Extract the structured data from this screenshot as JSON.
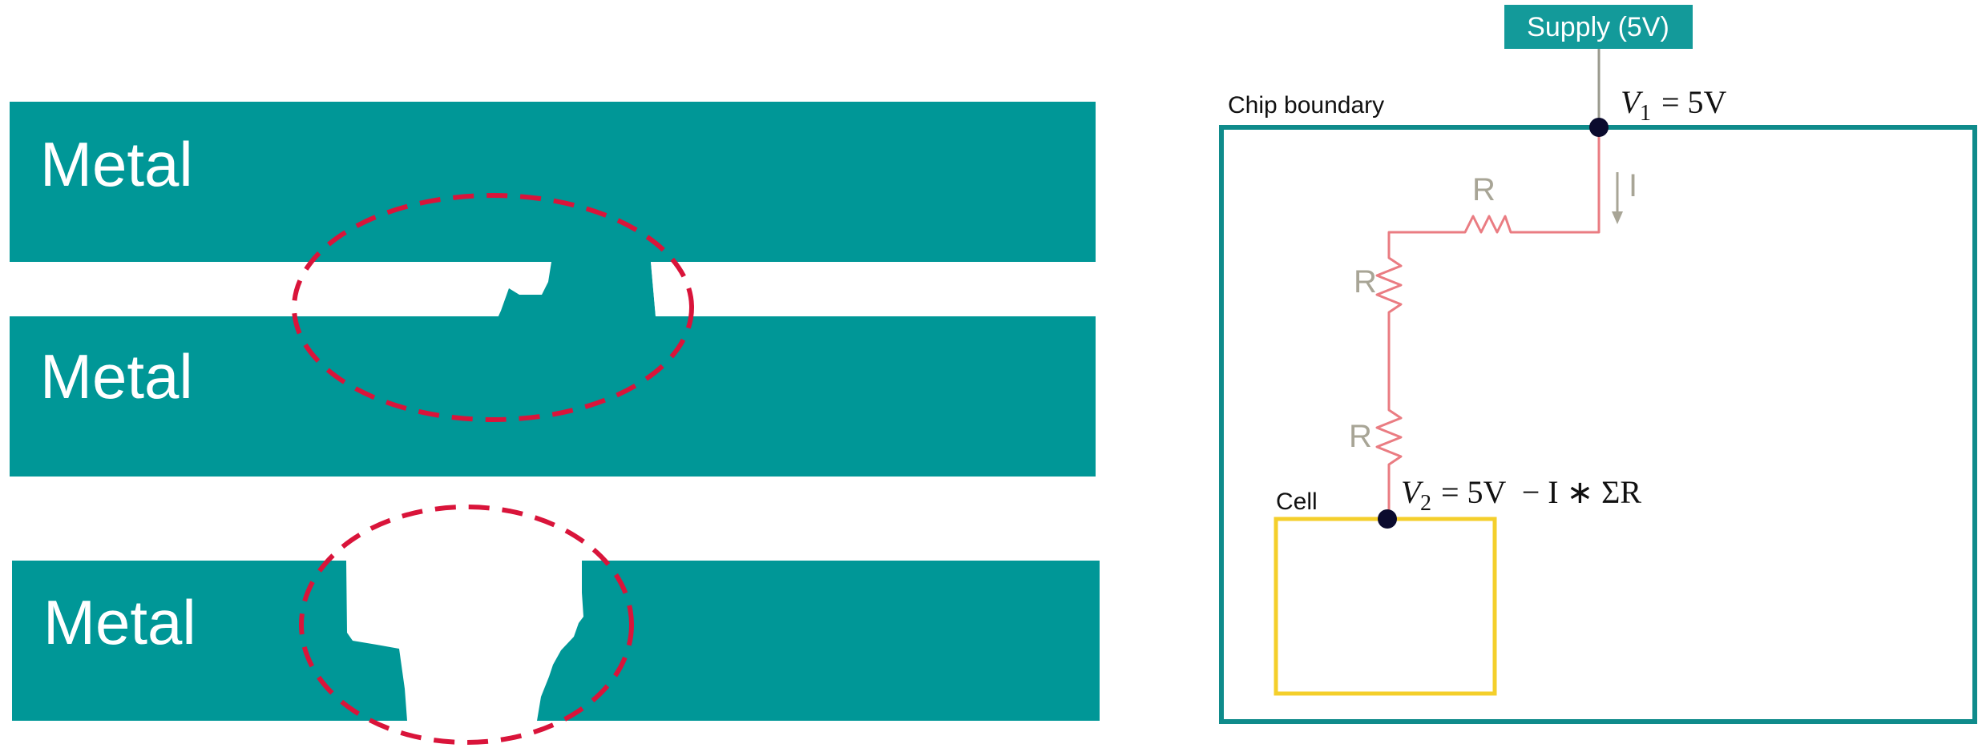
{
  "colors": {
    "metal": "#009797",
    "defect_outline": "#d9143a",
    "wire": "#ea7c82",
    "boundary": "#0f8b8b",
    "cell_outline": "#f4cf2b",
    "node": "#0b0b2e",
    "supply_box": "#139a9a",
    "supply_text": "#ffffff",
    "current_arrow": "#a8a596"
  },
  "metal_layers": {
    "top_label": "Metal",
    "middle_label": "Metal",
    "bottom_label": "Metal"
  },
  "circuit": {
    "supply_label": "Supply (5V)",
    "boundary_label": "Chip boundary",
    "cell_label": "Cell",
    "resistor_top_label": "R",
    "resistor_mid_label": "R",
    "resistor_low_label": "R",
    "current_label": "I",
    "v1": {
      "var": "V",
      "sub": "1",
      "rhs": "= 5V"
    },
    "v2": {
      "var": "V",
      "sub": "2",
      "rhs": "= 5V  − I ∗ ΣR"
    }
  }
}
